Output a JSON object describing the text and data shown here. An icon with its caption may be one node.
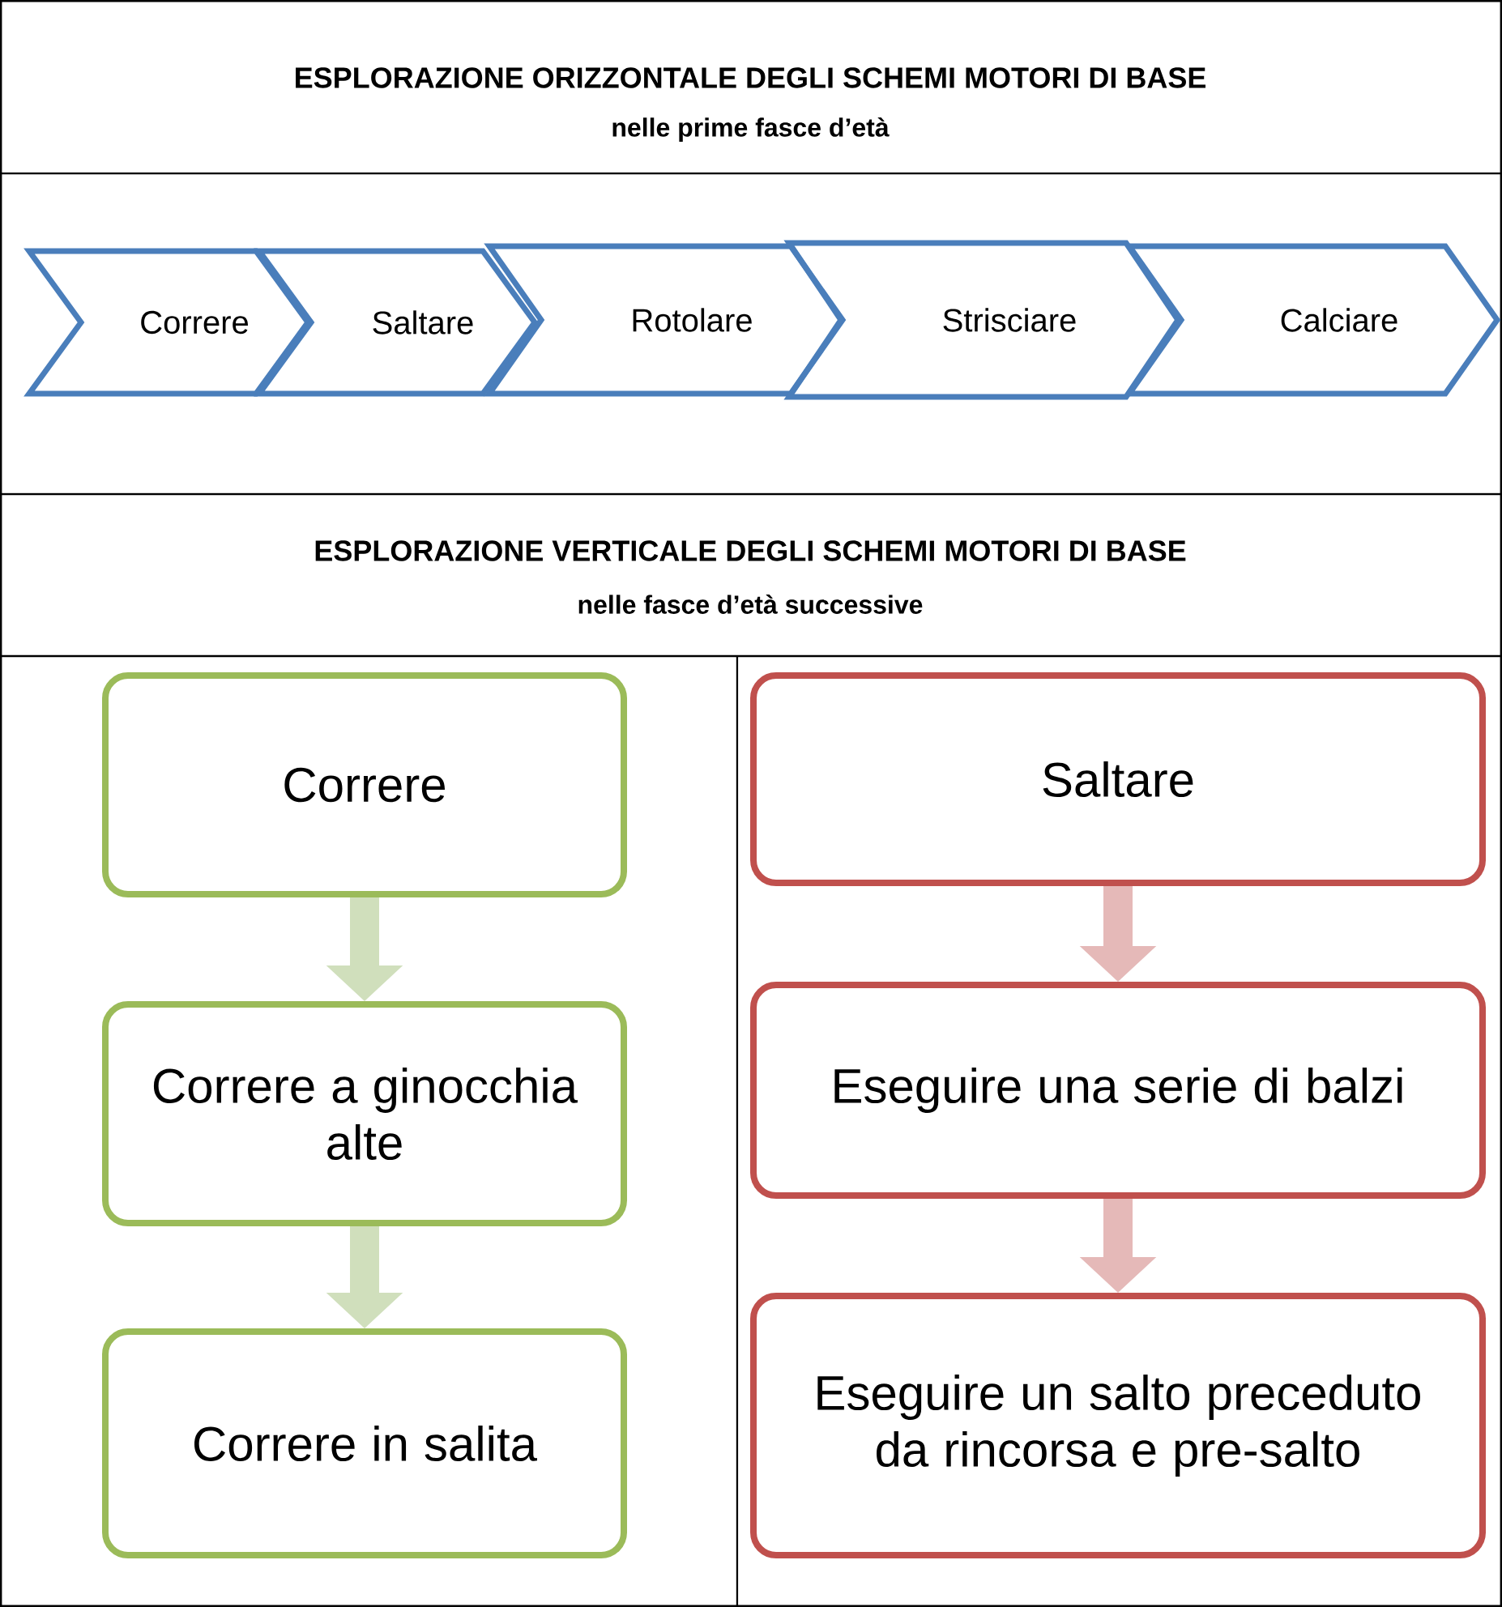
{
  "diagram": {
    "nodes": [
      {
        "text": [
          "Correre"
        ]
      },
      {
        "text": [
          "Saltare"
        ]
      },
      {
        "text": [
          "Rotolare"
        ]
      },
      {
        "text": [
          "Strisciare"
        ]
      },
      {
        "text": [
          "Calciare"
        ]
      },
      {
        "text": [
          "Correre"
        ]
      },
      {
        "text": [
          "Correre a ginocchia alte"
        ]
      },
      {
        "text": [
          "Correre in salita"
        ]
      },
      {
        "text": [
          "Saltare"
        ]
      },
      {
        "text": [
          "Eseguire una serie di balzi"
        ]
      },
      {
        "text": [
          "Eseguire un salto preceduto da rincorsa e pre-salto"
        ]
      }
    ],
    "edges": [
      {
        "from": 5,
        "to": 6,
        "arrow": "to",
        "color": "#d0dfbc"
      },
      {
        "from": 6,
        "to": 7,
        "arrow": "to",
        "color": "#d0dfbc"
      },
      {
        "from": 8,
        "to": 9,
        "arrow": "to",
        "color": "#e5b9b8"
      },
      {
        "from": 9,
        "to": 10,
        "arrow": "to",
        "color": "#e5b9b8"
      }
    ],
    "labels": [
      "ESPLORAZIONE ORIZZONTALE DEGLI SCHEMI MOTORI DI BASE",
      "nelle prime fasce d’età",
      "ESPLORAZIONE VERTICALE DEGLI SCHEMI MOTORI DI BASE",
      "nelle fasce d’età successive"
    ]
  }
}
